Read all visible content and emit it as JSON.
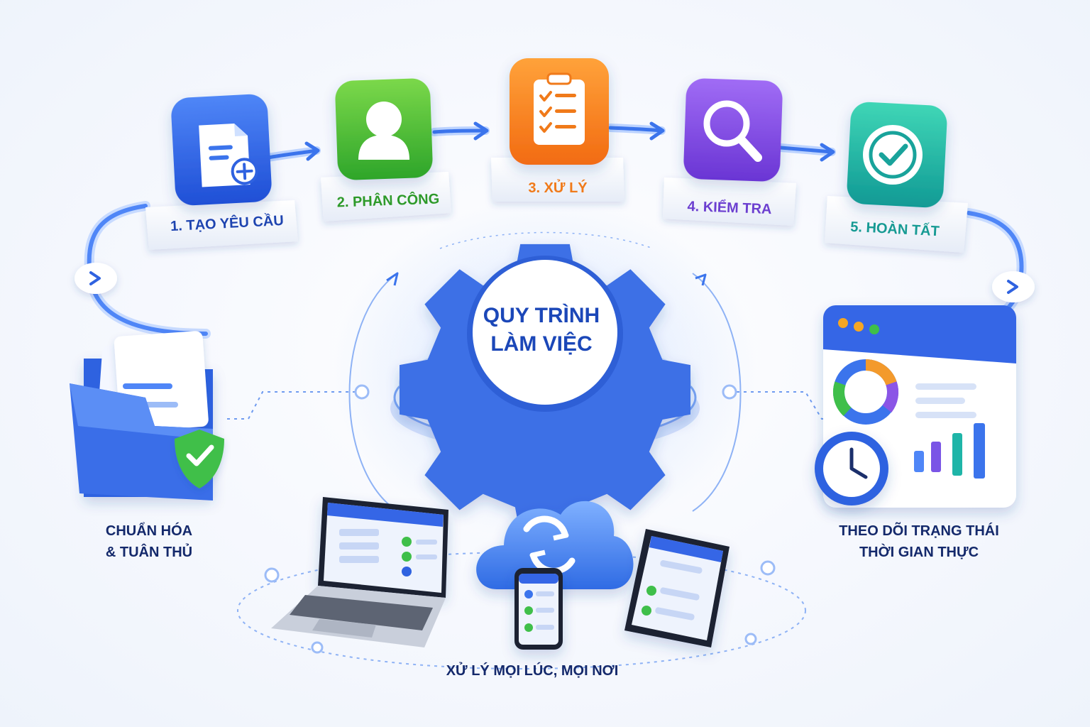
{
  "center": {
    "line1": "QUY TRÌNH",
    "line2": "LÀM VIỆC",
    "color": "#1b47b8"
  },
  "steps": [
    {
      "label": "1. TẠO YÊU CẦU",
      "color": "#1e44b0",
      "icon": "document-plus-icon"
    },
    {
      "label": "2. PHÂN CÔNG",
      "color": "#2e9a2a",
      "icon": "user-icon"
    },
    {
      "label": "3. XỬ LÝ",
      "color": "#f07a1a",
      "icon": "clipboard-checklist-icon"
    },
    {
      "label": "4. KIỂM TRA",
      "color": "#6c3fd0",
      "icon": "magnifier-icon"
    },
    {
      "label": "5. HOÀN TẤT",
      "color": "#169a93",
      "icon": "check-circle-icon"
    }
  ],
  "features": {
    "compliance": {
      "line1": "CHUẨN HÓA",
      "line2": "& TUÂN THỦ",
      "icon": "folder-shield-icon"
    },
    "tracking": {
      "line1": "THEO DÕI TRẠNG THÁI",
      "line2": "THỜI GIAN THỰC",
      "icon": "dashboard-clock-icon"
    },
    "anywhere": {
      "label": "XỬ LÝ MỌI LÚC, MỌI NƠI",
      "icon": "devices-cloud-icon"
    }
  }
}
